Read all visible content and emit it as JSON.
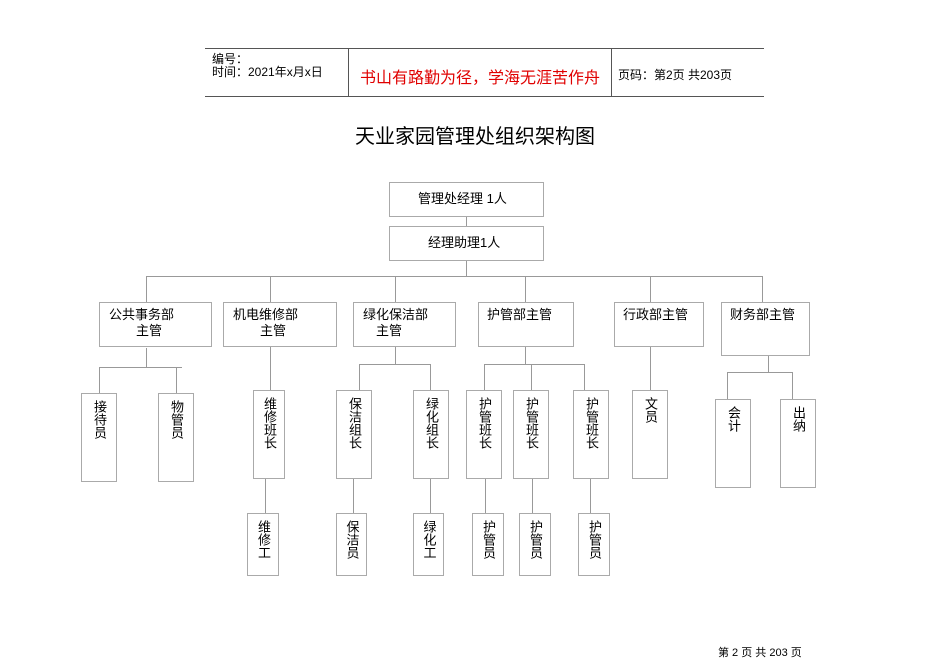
{
  "header": {
    "serial_label": "编号：",
    "date_label": "时间：2021年x月x日",
    "motto": "书山有路勤为径，学海无涯苦作舟",
    "page_info": "页码：第2页  共203页",
    "motto_color": "#e00000"
  },
  "title": "天业家园管理处组织架构图",
  "org": {
    "manager": "管理处经理  1人",
    "assistant": "经理助理1人",
    "departments": [
      {
        "line1": "公共事务部",
        "line2": "主管"
      },
      {
        "line1": "机电维修部",
        "line2": "主管"
      },
      {
        "line1": "绿化保洁部",
        "line2": "主管"
      },
      {
        "line1": "护管部主管",
        "line2": ""
      },
      {
        "line1": "行政部主管",
        "line2": ""
      },
      {
        "line1": "财务部主管",
        "line2": ""
      }
    ],
    "level3": [
      "接待员",
      "物管员",
      "维修班长",
      "保洁组长",
      "绿化组长",
      "护管班长",
      "护管班长",
      "护管班长",
      "文员",
      "会计",
      "出纳"
    ],
    "level4": [
      "维修工",
      "保洁员",
      "绿化工",
      "护管员",
      "护管员",
      "护管员"
    ]
  },
  "footer": {
    "page_text": "第 2 页 共 203 页"
  }
}
